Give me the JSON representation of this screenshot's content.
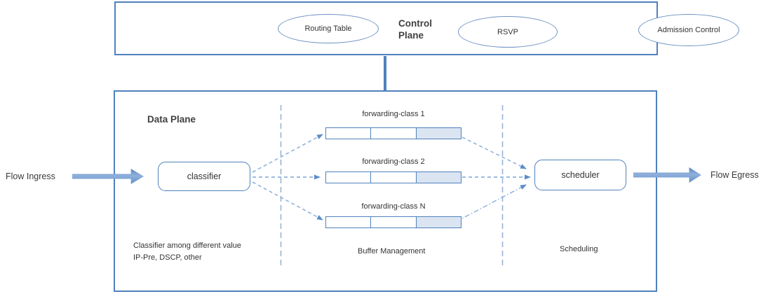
{
  "diagram": {
    "control_plane": {
      "title": "Control Plane",
      "nodes": [
        {
          "label": "Routing Table"
        },
        {
          "label": "RSVP"
        },
        {
          "label": "Admission Control"
        }
      ]
    },
    "data_plane": {
      "title": "Data Plane",
      "classifier_label": "classifier",
      "scheduler_label": "scheduler",
      "forwarding_classes": [
        {
          "label": "forwarding-class 1"
        },
        {
          "label": "forwarding-class 2"
        },
        {
          "label": "forwarding-class N"
        }
      ],
      "stage_notes": {
        "classifier_line1": "Classifier among different value",
        "classifier_line2": "IP-Pre, DSCP, other",
        "buffer": "Buffer  Management",
        "scheduling": "Scheduling"
      }
    },
    "flow": {
      "ingress": "Flow Ingress",
      "egress": "Flow Egress"
    },
    "colors": {
      "border_blue": "#4f81bd",
      "dash_blue": "#95b3d7",
      "queue_fill_light_blue": "#dbe5f1",
      "block_arrow_blue": "#6491c6",
      "text_dark": "#404040"
    }
  }
}
